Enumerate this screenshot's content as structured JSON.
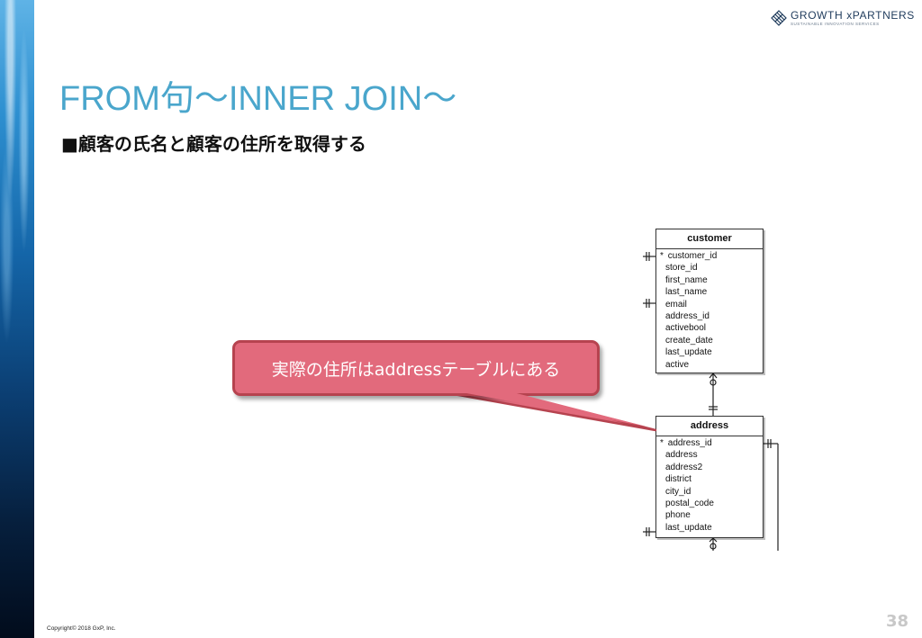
{
  "logo": {
    "name": "GROWTH xPARTNERS",
    "tagline": "SUSTAINABLE INNOVATION SERVICES"
  },
  "slide": {
    "title": "FROM句～INNER JOIN～",
    "subtitle": "■顧客の氏名と顧客の住所を取得する",
    "callout": "実際の住所はaddressテーブルにある",
    "copyright": "Copyright© 2018 GxP, Inc.",
    "page_number": "38"
  },
  "erd": {
    "customer": {
      "name": "customer",
      "fields": [
        "customer_id",
        "store_id",
        "first_name",
        "last_name",
        "email",
        "address_id",
        "activebool",
        "create_date",
        "last_update",
        "active"
      ],
      "pk_marker": "*"
    },
    "address": {
      "name": "address",
      "fields": [
        "address_id",
        "address",
        "address2",
        "district",
        "city_id",
        "postal_code",
        "phone",
        "last_update"
      ],
      "pk_marker": "*"
    }
  },
  "colors": {
    "title": "#4aa6cc",
    "callout_fill": "#e26a7c",
    "callout_border": "#b6434f",
    "page_number": "#c8c8c8"
  }
}
